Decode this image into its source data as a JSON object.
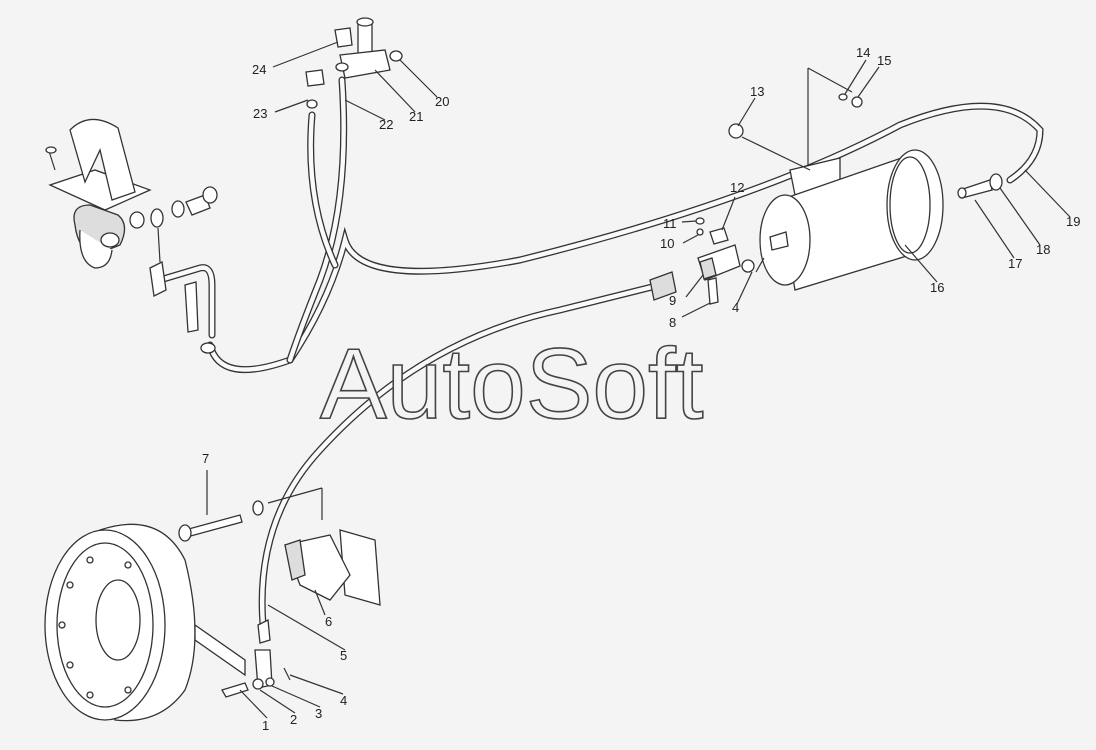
{
  "watermark": "AutoSoft",
  "callouts": [
    "1",
    "2",
    "3",
    "4",
    "4",
    "5",
    "6",
    "7",
    "8",
    "9",
    "10",
    "11",
    "12",
    "13",
    "14",
    "15",
    "16",
    "17",
    "18",
    "19",
    "20",
    "21",
    "22",
    "23",
    "24"
  ],
  "colors": {
    "background": "#f4f4f4",
    "line": "#333333"
  }
}
